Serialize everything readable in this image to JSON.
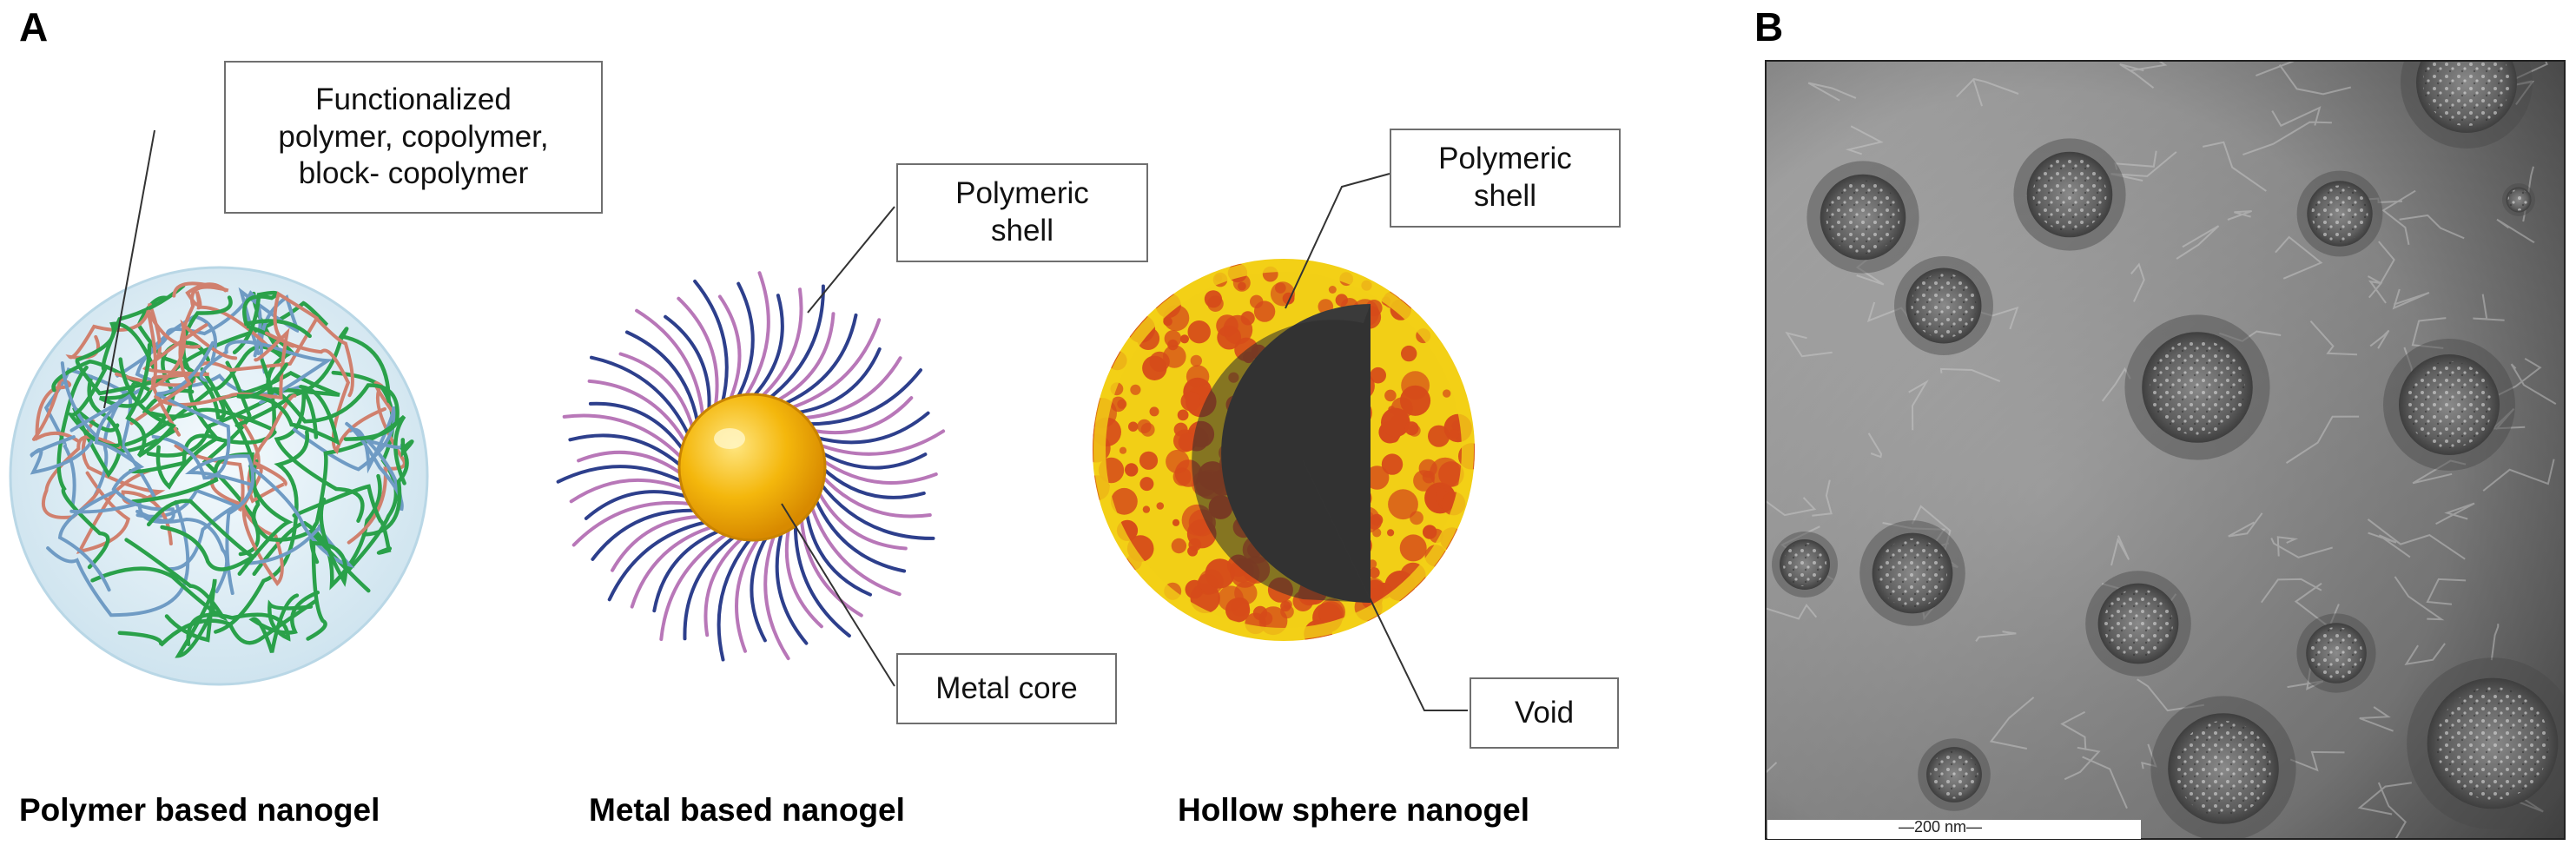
{
  "panel_labels": {
    "a": "A",
    "b": "B"
  },
  "nanogel_types": [
    {
      "caption": "Polymer based nanogel",
      "labels": [
        "Functionalized",
        "polymer, copolymer,",
        "block- copolymer"
      ]
    },
    {
      "caption": "Metal based nanogel",
      "labels": {
        "shell_line1": "Polymeric",
        "shell_line2": "shell",
        "core": "Metal core"
      }
    },
    {
      "caption": "Hollow sphere nanogel",
      "labels": {
        "shell_line1": "Polymeric",
        "shell_line2": "shell",
        "void": "Void"
      }
    }
  ],
  "micrograph": {
    "scale_bar_label": "200 nm"
  },
  "colors": {
    "polymer_green": "#2aa14a",
    "polymer_blue": "#6f9bc4",
    "polymer_salmon": "#d0806e",
    "sphere_fill": "#e6f2f8",
    "metal_core": "#f2b50a",
    "shell_blue": "#2d3f8c",
    "shell_pink": "#b877b8",
    "hollow_yellow": "#f2cf16",
    "hollow_orange": "#d64b1a",
    "void_gray": "#3a3a3a"
  }
}
